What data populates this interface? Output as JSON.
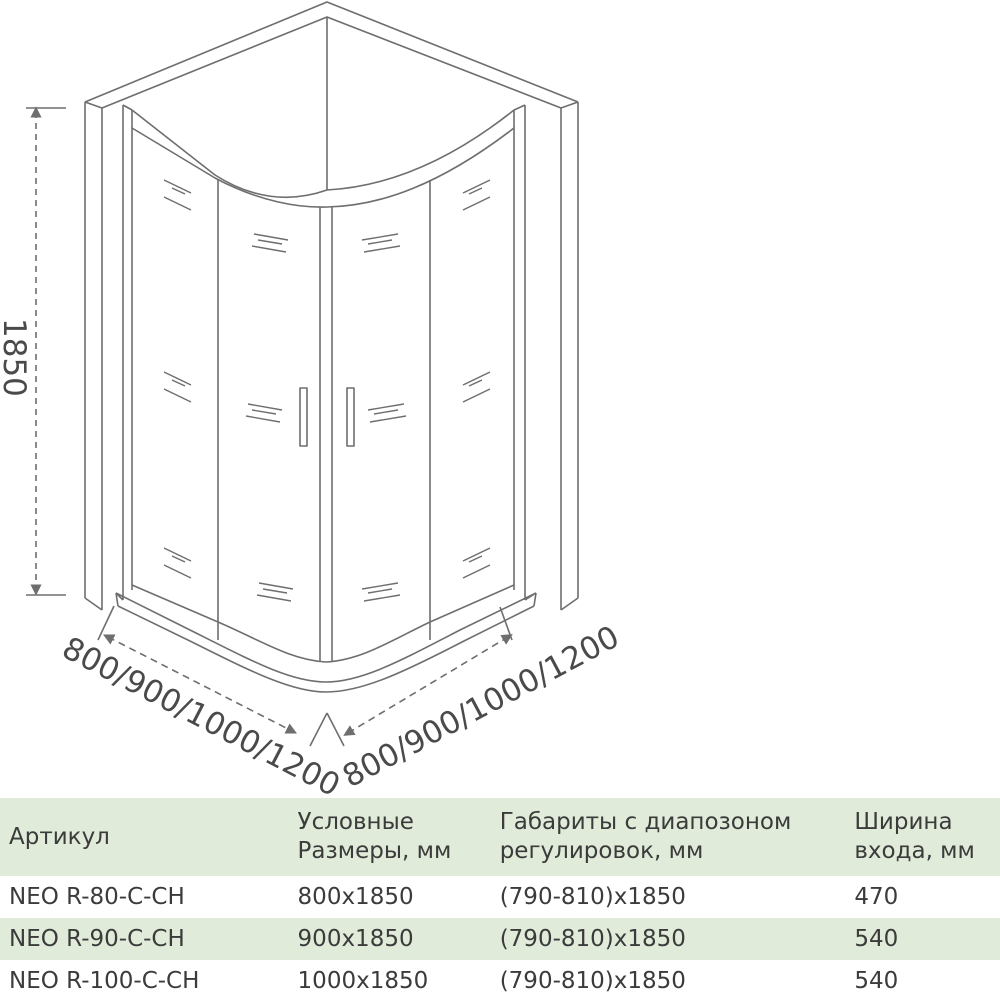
{
  "diagram": {
    "title": "Quarter-round shower enclosure dimension drawing",
    "line_color": "#6e6e6e",
    "height_label": "1850",
    "left_width_label": "800/900/1000/1200",
    "right_width_label": "800/900/1000/1200"
  },
  "table": {
    "header_bg": "#e0ebd9",
    "headers": {
      "article": "Артикул",
      "nominal_line1": "Условные",
      "nominal_line2": "Размеры, мм",
      "range_line1": "Габариты с диапозоном",
      "range_line2": "регулировок, мм",
      "entry_line1": "Ширина",
      "entry_line2": "входа, мм"
    },
    "rows": [
      {
        "article": "NEO R-80-C-CH",
        "nominal": "800x1850",
        "range": "(790-810)x1850",
        "entry": "470"
      },
      {
        "article": "NEO R-90-C-CH",
        "nominal": "900x1850",
        "range": "(790-810)x1850",
        "entry": "540"
      },
      {
        "article": "NEO R-100-C-CH",
        "nominal": "1000x1850",
        "range": "(790-810)x1850",
        "entry": "540"
      }
    ]
  }
}
